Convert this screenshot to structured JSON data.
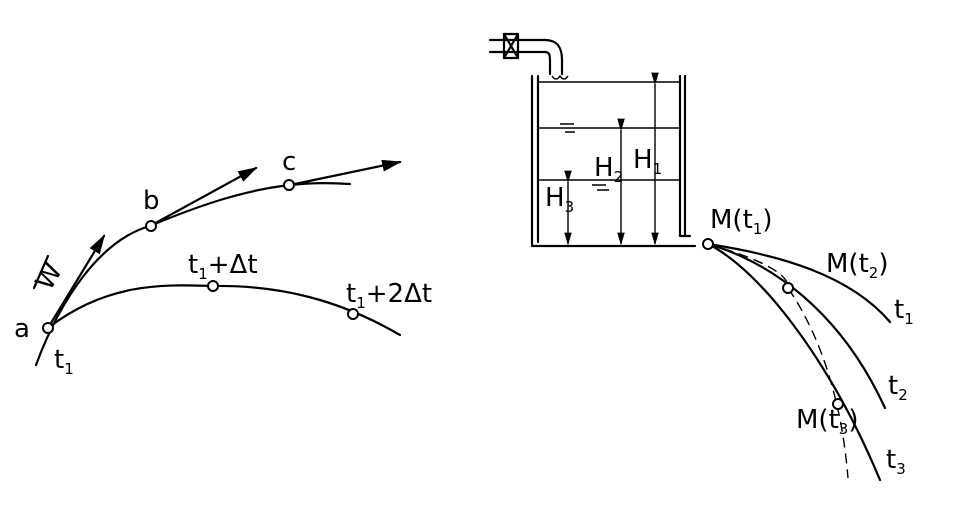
{
  "left_figure": {
    "point_a": "a",
    "point_b": "b",
    "point_c": "c",
    "vector_w": "W",
    "label_t1": "t",
    "label_t1_sub": "1",
    "label_t1_dt": "t",
    "label_t1_dt_sub": "1",
    "label_t1_dt_rest": "+Δt",
    "label_t1_2dt": "t",
    "label_t1_2dt_sub": "1",
    "label_t1_2dt_rest": "+2Δt"
  },
  "right_figure": {
    "H1": "H",
    "H1_sub": "1",
    "H2": "H",
    "H2_sub": "2",
    "H3": "H",
    "H3_sub": "3",
    "M_t1": "M(t",
    "M_t1_sub": "1",
    "M_t1_close": ")",
    "M_t2": "M(t",
    "M_t2_sub": "2",
    "M_t2_close": ")",
    "M_t3": "M(t",
    "M_t3_sub": "3",
    "M_t3_close": ")",
    "curve_t1": "t",
    "curve_t1_sub": "1",
    "curve_t2": "t",
    "curve_t2_sub": "2",
    "curve_t3": "t",
    "curve_t3_sub": "3"
  }
}
